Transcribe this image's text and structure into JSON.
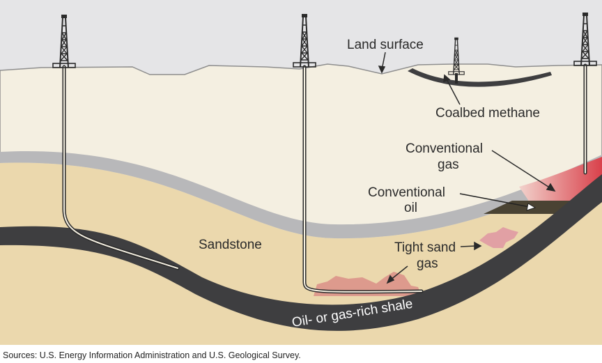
{
  "labels": {
    "land_surface": "Land surface",
    "coalbed_methane": "Coalbed methane",
    "conventional_gas": [
      "Conventional",
      "gas"
    ],
    "conventional_oil": [
      "Conventional",
      "oil"
    ],
    "sandstone": "Sandstone",
    "tight_sand_gas": [
      "Tight sand",
      "gas"
    ],
    "shale": "Oil- or gas-rich shale"
  },
  "sources": "Sources: U.S. Energy Information Administration and U.S. Geological Survey.",
  "colors": {
    "sky": "#e5e5e7",
    "upper_layer": "#f4efe1",
    "seal_layer": "#b8b8ba",
    "sandstone": "#ebd8ad",
    "shale": "#3e3e40",
    "gas": "#e7a3a3",
    "oil": "#4a4333"
  }
}
